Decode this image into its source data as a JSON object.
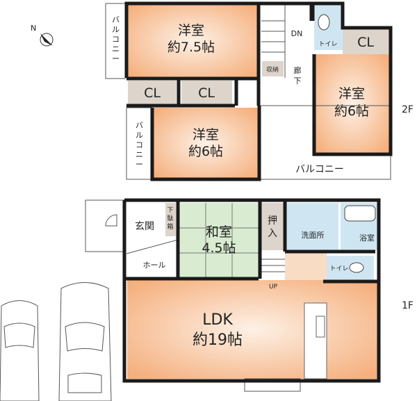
{
  "compass": {
    "north_label": "N"
  },
  "floor2": {
    "floor_label": "2F",
    "room_western_75": {
      "name": "洋室",
      "size": "約7.5帖"
    },
    "room_western_6_right": {
      "name": "洋室",
      "size": "約6帖"
    },
    "room_western_6_lower": {
      "name": "洋室",
      "size": "約6帖"
    },
    "closet_1": "CL",
    "closet_2": "CL",
    "closet_3": "CL",
    "toilet": "トイレ",
    "storage": "収納",
    "hallway": [
      "廊",
      "下"
    ],
    "stairs_label": "DN",
    "balcony_left_top": [
      "バ",
      "ル",
      "コ",
      "ニ",
      "ー"
    ],
    "balcony_left_lower": [
      "バ",
      "ル",
      "コ",
      "ニ",
      "ー"
    ],
    "balcony_bottom": "バルコニー"
  },
  "floor1": {
    "floor_label": "1F",
    "entrance": "玄関",
    "shoe_cabinet": [
      "下",
      "駄",
      "箱"
    ],
    "hall": "ホール",
    "japanese_room": {
      "name": "和室",
      "size": "4.5帖"
    },
    "closet": [
      "押",
      "入"
    ],
    "washroom": "洗面所",
    "bathroom": "浴室",
    "toilet": "トイレ",
    "stairs_label": "UP",
    "ldk": {
      "name": "LDK",
      "size": "約19帖"
    }
  },
  "colors": {
    "western_room": "#f6b98a",
    "japanese_room": "#d9ecd1",
    "wet_area": "#cfe6f2",
    "closet": "#ddd5cc",
    "wall": "#1a1a1a"
  }
}
